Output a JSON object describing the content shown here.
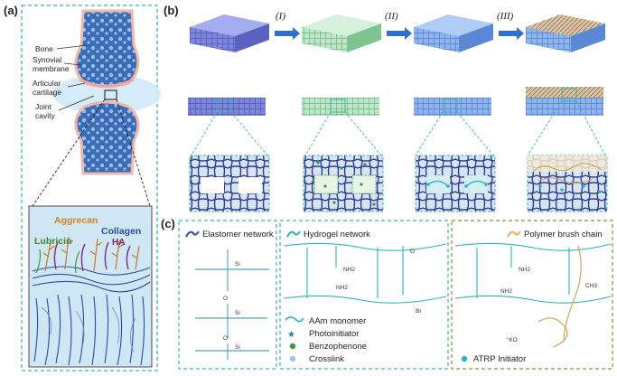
{
  "panels": {
    "a": "(a)",
    "b": "(b)",
    "c": "(c)"
  },
  "joint_labels": {
    "bone": "Bone",
    "synovial": "Synovial",
    "membrane": "membrane",
    "articular": "Articular",
    "cartilage": "cartilage",
    "joint": "Joint",
    "cavity": "cavity"
  },
  "cartilage_labels": {
    "aggrecan": "Aggrecan",
    "collagen": "Collagen",
    "lubricin": "Lubricin",
    "ha": "HA"
  },
  "steps": [
    "(I)",
    "(II)",
    "(III)"
  ],
  "networks": {
    "elastomer": "Elastomer network",
    "hydrogel": "Hydrogel network",
    "brush": "Polymer brush chain"
  },
  "chem_labels": {
    "si": "Si",
    "o": "O",
    "nh2": "NH2",
    "o_small": "O",
    "br": "Br",
    "ch3": "CH3",
    "ko": "⁺KO"
  },
  "legend": {
    "aam": "AAm monomer",
    "photo": "Photoinitiator",
    "benzo": "Benzophenone",
    "crosslink": "Crosslink",
    "atrp": "ATRP Initiator"
  },
  "colors": {
    "teal_border": "#3cb4a8",
    "olive_border": "#9a8a3a",
    "bone_blue": "#2c5aa8",
    "cartilage_blue": "#b6dff3",
    "network_blue": "#2a3c94",
    "teal": "#2bb3c0"
  }
}
